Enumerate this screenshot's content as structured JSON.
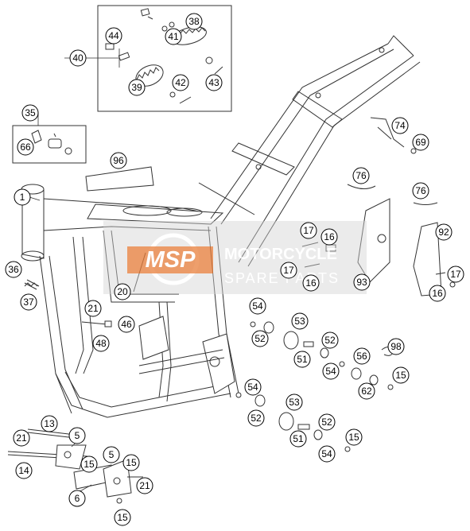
{
  "diagram": {
    "type": "exploded-parts-diagram",
    "callouts": [
      {
        "id": "c1",
        "label": "1"
      },
      {
        "id": "c5a",
        "label": "5"
      },
      {
        "id": "c5b",
        "label": "5"
      },
      {
        "id": "c6",
        "label": "6"
      },
      {
        "id": "c13",
        "label": "13"
      },
      {
        "id": "c14",
        "label": "14"
      },
      {
        "id": "c15a",
        "label": "15"
      },
      {
        "id": "c15b",
        "label": "15"
      },
      {
        "id": "c15c",
        "label": "15"
      },
      {
        "id": "c15d",
        "label": "15"
      },
      {
        "id": "c15e",
        "label": "15"
      },
      {
        "id": "c16a",
        "label": "16"
      },
      {
        "id": "c16b",
        "label": "16"
      },
      {
        "id": "c16c",
        "label": "16"
      },
      {
        "id": "c17a",
        "label": "17"
      },
      {
        "id": "c17b",
        "label": "17"
      },
      {
        "id": "c17c",
        "label": "17"
      },
      {
        "id": "c20",
        "label": "20"
      },
      {
        "id": "c21a",
        "label": "21"
      },
      {
        "id": "c21b",
        "label": "21"
      },
      {
        "id": "c21c",
        "label": "21"
      },
      {
        "id": "c35",
        "label": "35"
      },
      {
        "id": "c36",
        "label": "36"
      },
      {
        "id": "c37",
        "label": "37"
      },
      {
        "id": "c38",
        "label": "38"
      },
      {
        "id": "c39",
        "label": "39"
      },
      {
        "id": "c40",
        "label": "40"
      },
      {
        "id": "c41",
        "label": "41"
      },
      {
        "id": "c42",
        "label": "42"
      },
      {
        "id": "c43",
        "label": "43"
      },
      {
        "id": "c44",
        "label": "44"
      },
      {
        "id": "c46",
        "label": "46"
      },
      {
        "id": "c48",
        "label": "48"
      },
      {
        "id": "c51a",
        "label": "51"
      },
      {
        "id": "c51b",
        "label": "51"
      },
      {
        "id": "c52a",
        "label": "52"
      },
      {
        "id": "c52b",
        "label": "52"
      },
      {
        "id": "c52c",
        "label": "52"
      },
      {
        "id": "c52d",
        "label": "52"
      },
      {
        "id": "c53a",
        "label": "53"
      },
      {
        "id": "c53b",
        "label": "53"
      },
      {
        "id": "c54a",
        "label": "54"
      },
      {
        "id": "c54b",
        "label": "54"
      },
      {
        "id": "c54c",
        "label": "54"
      },
      {
        "id": "c54d",
        "label": "54"
      },
      {
        "id": "c56",
        "label": "56"
      },
      {
        "id": "c62",
        "label": "62"
      },
      {
        "id": "c66",
        "label": "66"
      },
      {
        "id": "c69",
        "label": "69"
      },
      {
        "id": "c74",
        "label": "74"
      },
      {
        "id": "c76a",
        "label": "76"
      },
      {
        "id": "c76b",
        "label": "76"
      },
      {
        "id": "c92",
        "label": "92"
      },
      {
        "id": "c93",
        "label": "93"
      },
      {
        "id": "c96",
        "label": "96"
      },
      {
        "id": "c98",
        "label": "98"
      }
    ]
  },
  "watermark": {
    "logo_text": "MSP",
    "line1": "MOTORCYCLE",
    "line2": "SPARE PARTS",
    "color": "#e8762d"
  },
  "colors": {
    "line": "#333333",
    "callout_border": "#000000",
    "background": "#ffffff"
  }
}
